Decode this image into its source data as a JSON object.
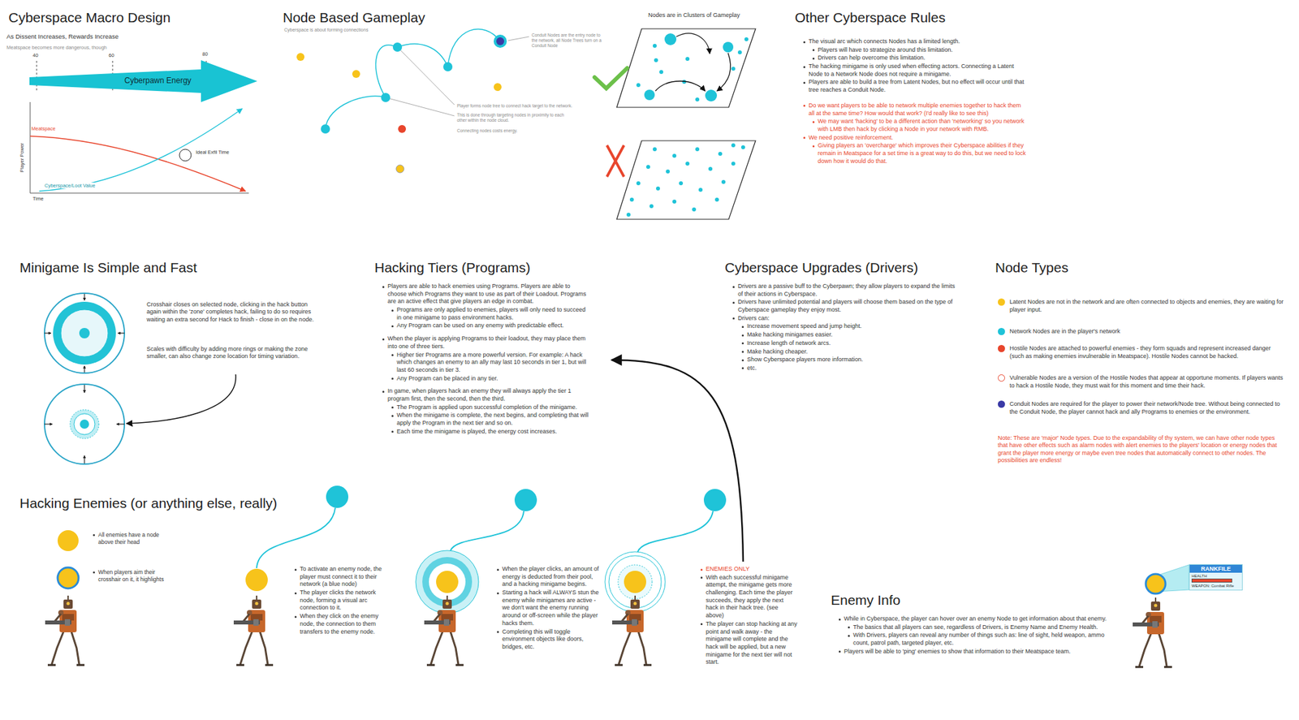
{
  "diagram": {
    "nodes": [
      {
        "text": [
          "Cyberpawn Energy"
        ]
      },
      {
        "text": [
          "RANKFILE",
          "HEALTH",
          "WEAPON: Combat Rifle"
        ]
      }
    ],
    "labels": [
      "Cyberspace Macro Design",
      "As Dissent Increases, Rewards Increase",
      "Meatspace becomes more dangerous, though",
      "40",
      "60",
      "80",
      "Meatspace",
      "Ideal Exfil Time",
      "Cyberspace/Loot Value",
      "Player Power",
      "Time",
      "Node Based Gameplay",
      "Cyberspace is about forming connections",
      "Conduit Nodes are the entry node to the network, all Node Trees turn on a Conduit Node",
      "Player forms node tree to connect hack target to the network.",
      "This is done through targeting nodes in proximity to each other within the node cloud.",
      "Connecting nodes costs energy.",
      "Nodes are in Clusters of Gameplay",
      "Other Cyberspace Rules",
      "The visual arc which connects Nodes has a limited length.",
      "Players will have to strategize around this limitation.",
      "Drivers can help overcome this limitation.",
      "The hacking minigame is only used when effecting actors. Connecting a Latent Node to a Network Node does not require a minigame.",
      "Players are able to build a tree from Latent Nodes, but no effect will occur until that tree reaches a Conduit Node.",
      "Do we want players to be able to network multiple enemies together to hack them all at the same time? How would that work? (I'd really like to see this)",
      "We may want 'hacking' to be a different action than 'networking' so you network with LMB then hack by clicking a Node in your network with RMB.",
      "We need positive reinforcement.",
      "Giving players an 'overcharge' which improves their Cyberspace abilities if they remain in Meatspace for a set time is a great way to do this, but we need to lock down how it would do that.",
      "Minigame Is Simple and Fast",
      "Crosshair closes on selected node, clicking in the hack button again within the 'zone' completes hack, failing to do so requires waiting an extra second for Hack to finish - close in on the node.",
      "Scales with difficulty by adding more rings or making the zone smaller, can also change zone location for timing variation.",
      "Hacking Tiers (Programs)",
      "Players are able to hack enemies using Programs. Players are able to choose which Programs they want to use as part of their Loadout. Programs are an active effect that give players an edge in combat.",
      "Programs are only applied to enemies, players will only need to succeed in one minigame to pass environment hacks.",
      "Any Program can be used on any enemy with predictable effect.",
      "When the player is applying Programs to their loadout, they may place them into one of three tiers.",
      "Higher tier Programs are a more powerful version. For example: A hack which changes an enemy to an ally may last 10 seconds in tier 1, but will last 60 seconds in tier 3.",
      "Any Program can be placed in any tier.",
      "In game, when players hack an enemy they will always apply the tier 1 program first, then the second, then the third.",
      "The Program is applied upon successful completion of the minigame.",
      "When the minigame is complete, the next begins, and completing that will apply the Program in the next tier and so on.",
      "Each time the minigame is played, the energy cost increases.",
      "Cyberspace Upgrades (Drivers)",
      "Drivers are a passive buff to the Cyberpawn; they allow players to expand the limits of their actions in Cyberspace.",
      "Drivers have unlimited potential and players will choose them based on the type of Cyberspace gameplay they enjoy most.",
      "Drivers can:",
      "Increase movement speed and jump height.",
      "Make hacking minigames easier.",
      "Increase length of network arcs.",
      "Make hacking cheaper.",
      "Show Cyberspace players more information.",
      "etc.",
      "Node Types",
      "Note: These are 'major' Node types. Due to the expandability of thy system, we can have other node types that have other effects such as alarm nodes with alert enemies to the players' location or energy nodes that grant the player more energy or maybe even tree nodes that automatically connect to other nodes. The possibilities are endless!",
      "Hacking Enemies (or anything else, really)",
      "All enemies have a node above their head",
      "When players aim their crosshair on it, it highlights",
      "To activate an enemy node, the player must connect it to their network (a blue node)",
      "The player clicks the network node, forming a visual arc connection to it.",
      "When they click on the enemy node, the connection to them transfers to the enemy node.",
      "When the player clicks, an amount of energy is deducted from their pool, and a hacking minigame begins.",
      "Starting a hack will ALWAYS stun the enemy while minigames are active - we don't want the enemy running around or off-screen while the player hacks them.",
      "Completing this will toggle environment objects like doors, bridges, etc.",
      "ENEMIES ONLY",
      "With each successful minigame attempt, the minigame gets more challenging. Each time the player succeeds, they apply the next hack in their hack tree. (see above)",
      "The player can stop hacking at any point and walk away - the minigame will complete and the hack will be applied, but a new minigame for the next tier will not start.",
      "Enemy Info",
      "While in Cyberspace, the player can hover over an enemy Node to get information about that enemy.",
      "The basics that all players can see, regardless of Drivers, is Enemy Name and Enemy Health.",
      "With Drivers, players can reveal any number of things such as: line of sight, held weapon, ammo count, patrol path, targeted player, etc.",
      "Players will be able to 'ping' enemies to show that information to their Meatspace team."
    ],
    "legend": [
      {
        "text": "Latent Nodes are not in the network and are often connected to objects and enemies, they are waiting for player input.",
        "color": "#f7c31b"
      },
      {
        "text": "Network Nodes are in the player's network",
        "color": "#1fc3d8"
      },
      {
        "text": "Hostile Nodes are attached to powerful enemies - they form squads and represent increased danger (such as making enemies invulnerable in Meatspace). Hostile Nodes cannot be hacked.",
        "color": "#e8452c"
      },
      {
        "text": "Vulnerable Nodes are a version of the Hostile Nodes that appear at opportune moments. If players wants to hack a Hostile Node, they must wait for this moment and time their hack."
      },
      {
        "text": "Conduit Nodes are required for the player to power their network/Node tree. Without being connected to the Conduit Node, the player cannot hack and ally Programs to enemies or the environment.",
        "color": "#3a3aa6"
      }
    ]
  }
}
